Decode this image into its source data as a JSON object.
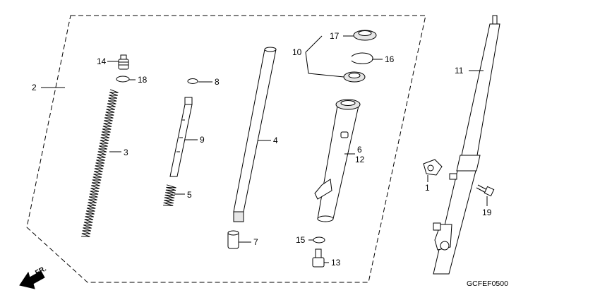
{
  "diagram": {
    "callouts": [
      "1",
      "2",
      "3",
      "4",
      "5",
      "6",
      "7",
      "8",
      "9",
      "10",
      "11",
      "12",
      "13",
      "14",
      "15",
      "16",
      "17",
      "18",
      "19"
    ],
    "code": "GCFEF0500",
    "direction_label": "FR."
  }
}
